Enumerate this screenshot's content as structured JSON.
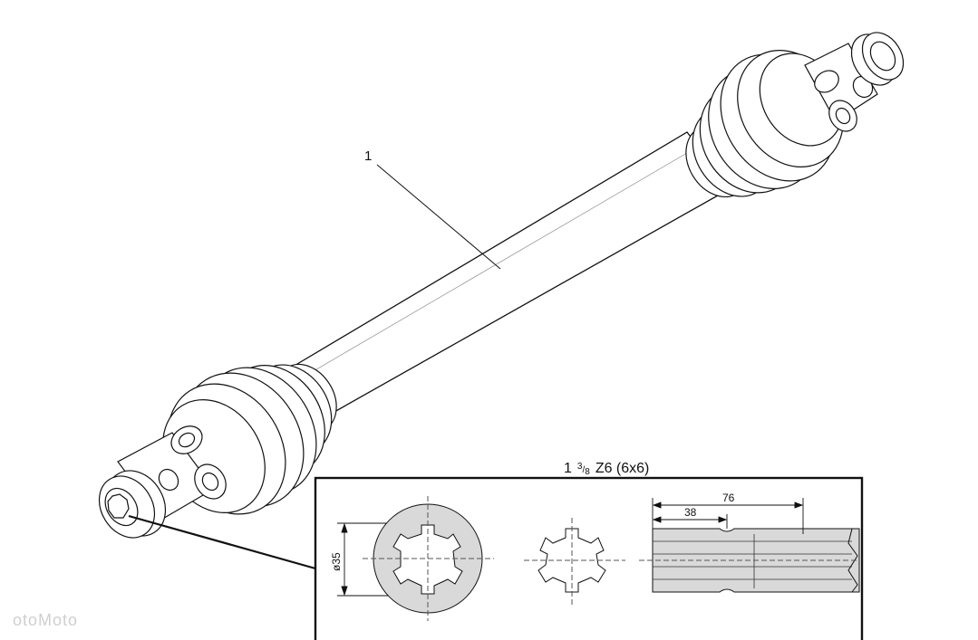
{
  "diagram": {
    "callout_number": "1",
    "spline_spec": {
      "whole": "1",
      "fraction_num": "3",
      "fraction_den": "8",
      "rest": "Z6 (6x6)"
    },
    "dimensions": {
      "diameter": "ø35",
      "length_short": "38",
      "length_long": "76"
    },
    "watermark": "otoMoto"
  }
}
